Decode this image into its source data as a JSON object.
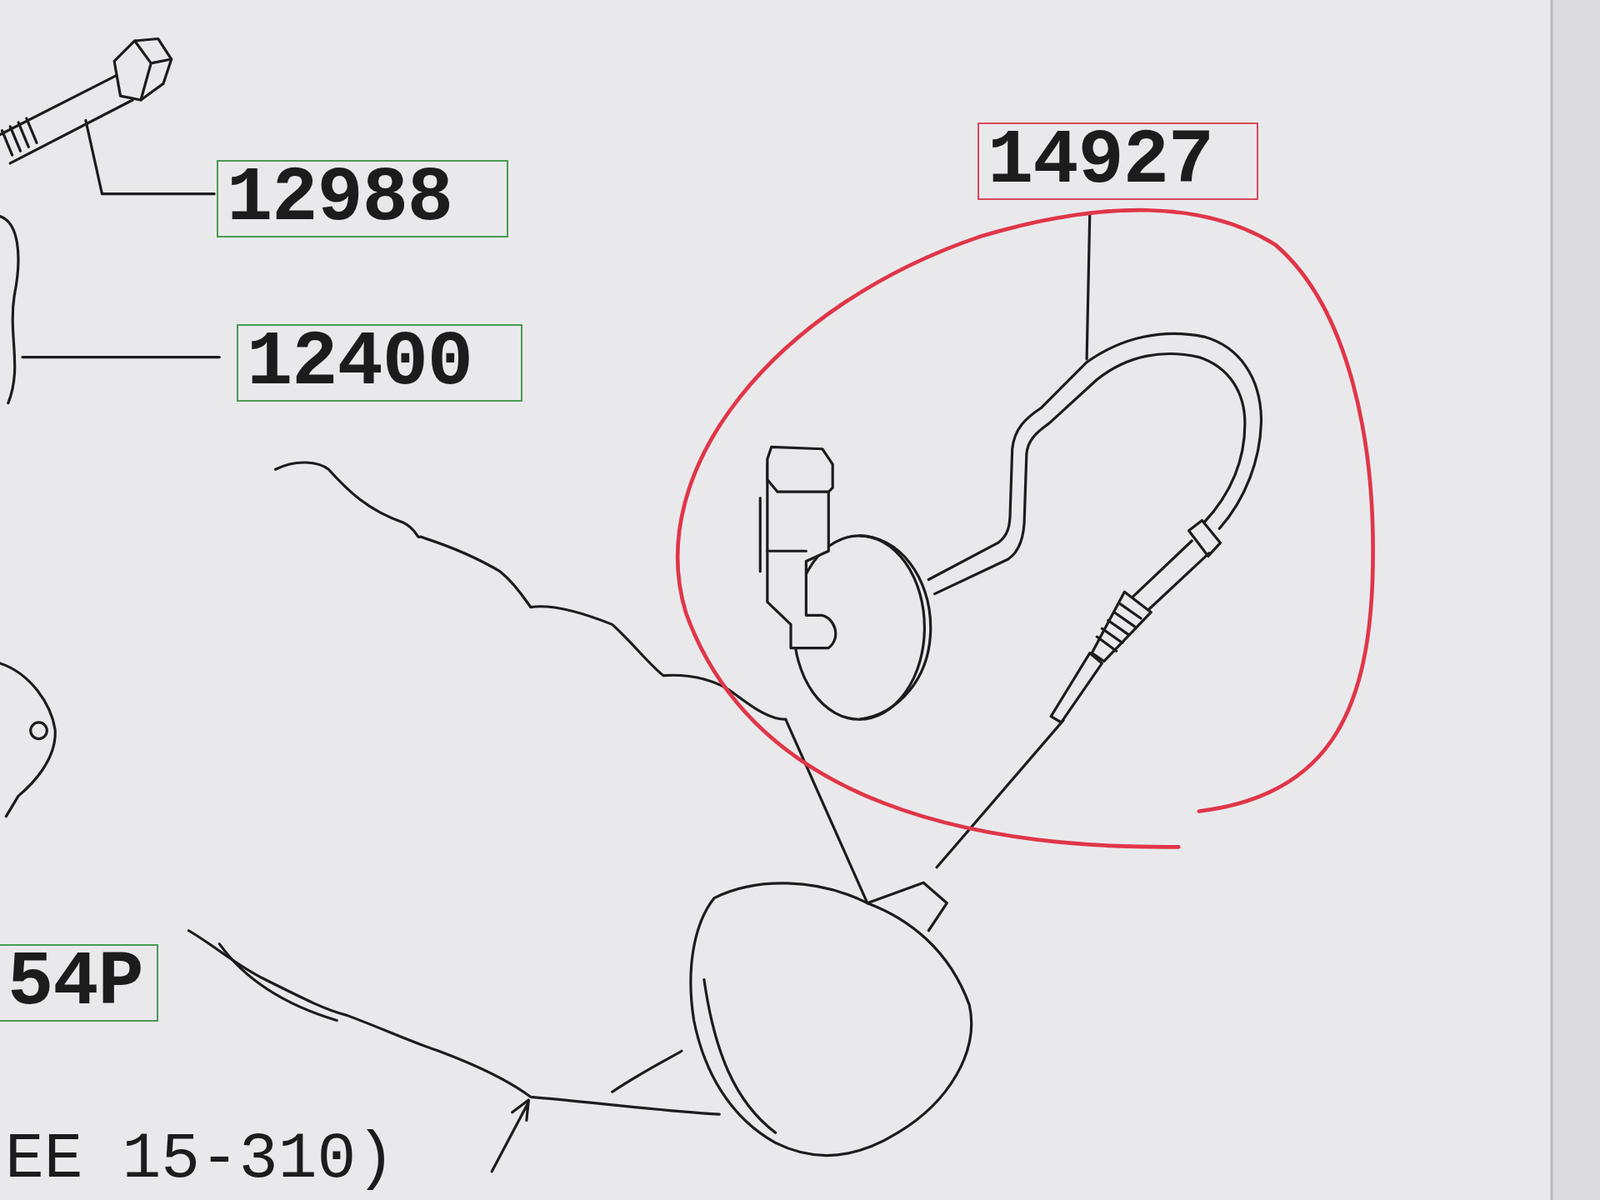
{
  "diagram": {
    "nodes": [
      {
        "text": [
          "14927"
        ]
      },
      {
        "text": [
          "12988"
        ]
      },
      {
        "text": [
          "12400"
        ]
      },
      {
        "text": [
          "54P"
        ]
      }
    ],
    "labels": [
      "EE 15-310)"
    ]
  }
}
